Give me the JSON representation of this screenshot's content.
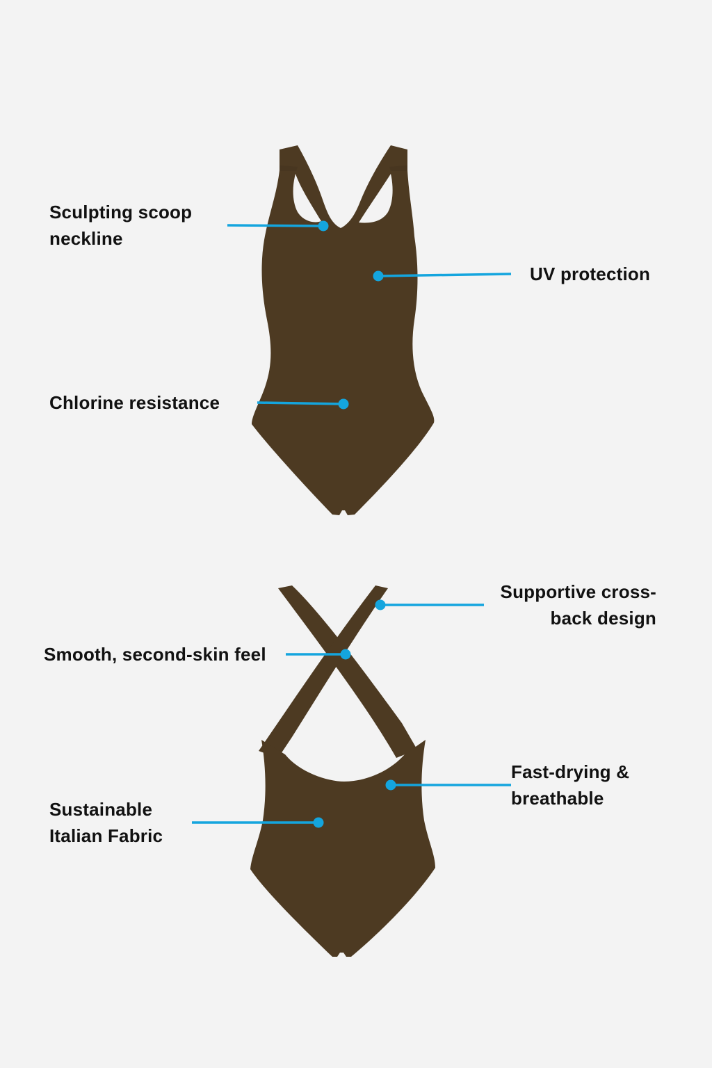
{
  "colors": {
    "background": "#f3f3f3",
    "fabric": "#4d3a22",
    "accent": "#14a5de",
    "text": "#111111"
  },
  "front_view": {
    "callouts": [
      {
        "id": "neckline",
        "label": "Sculpting scoop\nneckline",
        "side": "left"
      },
      {
        "id": "uv",
        "label": "UV protection",
        "side": "right"
      },
      {
        "id": "chlorine",
        "label": "Chlorine resistance",
        "side": "left"
      }
    ]
  },
  "back_view": {
    "callouts": [
      {
        "id": "crossback",
        "label": "Supportive cross-\nback design",
        "side": "right"
      },
      {
        "id": "smooth",
        "label": "Smooth, second-skin feel",
        "side": "left"
      },
      {
        "id": "fastdry",
        "label": "Fast-drying &\nbreathable",
        "side": "right"
      },
      {
        "id": "sustainable",
        "label": "Sustainable\nItalian Fabric",
        "side": "left"
      }
    ]
  }
}
